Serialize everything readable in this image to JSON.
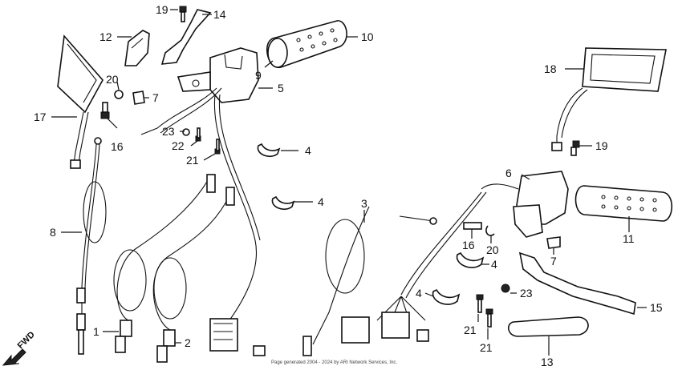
{
  "callouts": {
    "c1": "1",
    "c2": "2",
    "c3": "3",
    "c4a": "4",
    "c4b": "4",
    "c4c": "4",
    "c4d": "4",
    "c5": "5",
    "c6": "6",
    "c7a": "7",
    "c7b": "7",
    "c8": "8",
    "c9": "9",
    "c10": "10",
    "c11": "11",
    "c12": "12",
    "c13": "13",
    "c14": "14",
    "c15": "15",
    "c16a": "16",
    "c16b": "16",
    "c17": "17",
    "c18": "18",
    "c19a": "19",
    "c19b": "19",
    "c20a": "20",
    "c20b": "20",
    "c21a": "21",
    "c21b": "21",
    "c21c": "21",
    "c22": "22",
    "c23a": "23",
    "c23b": "23"
  },
  "fwd_label": "FWD",
  "copyright": "Page generated 2004 - 2024 by ARI Network Services, Inc."
}
